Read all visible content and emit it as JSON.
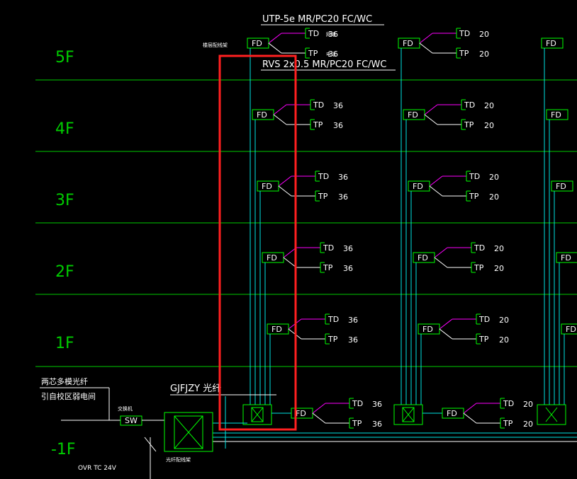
{
  "floors": [
    {
      "label": "5F"
    },
    {
      "label": "4F"
    },
    {
      "label": "3F"
    },
    {
      "label": "2F"
    },
    {
      "label": "1F"
    },
    {
      "label": "-1F"
    }
  ],
  "cables": {
    "top_cable": "UTP-5e MR/PC20 FC/WC",
    "bottom_cable": "RVS 2x0.5 MR/PC20 FC/WC",
    "backbone": "GJFJZY 光纤"
  },
  "labels": {
    "fd": "FD",
    "sw": "SW",
    "td": "TD",
    "tp": "TP",
    "floor_dist": "楼层配线架",
    "td_note": "网络",
    "tp_note": "电话",
    "fiber_line1": "两芯多模光纤",
    "fiber_line2": "引自校区弱电间",
    "switch_label": "交换机",
    "odf_label": "光纤配线架",
    "power": "OVR TC 24V"
  },
  "outlets": {
    "left": {
      "td": "36",
      "tp": "36"
    },
    "middle": {
      "td": "20",
      "tp": "20"
    }
  },
  "colors": {
    "floor_line": "#00cc00",
    "riser": "#00e5e5",
    "outlet_link": "#ff00ff",
    "box": "#00ff00",
    "highlight": "#ff2020"
  }
}
